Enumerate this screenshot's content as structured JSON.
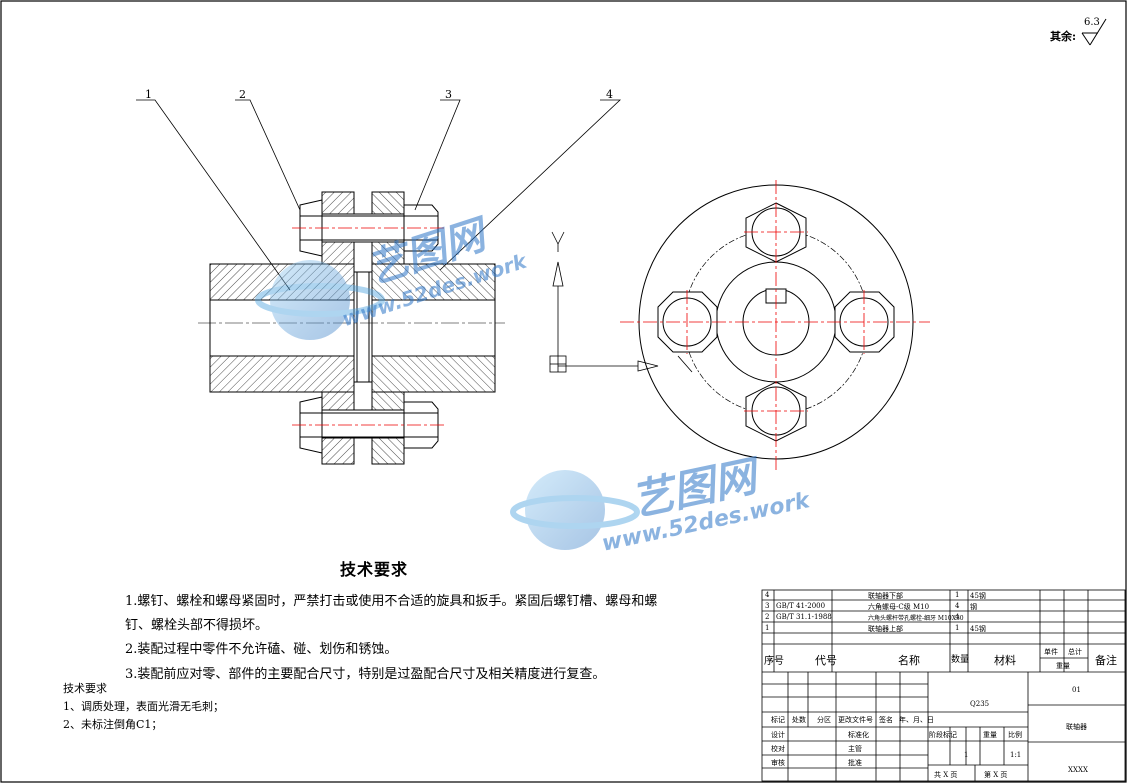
{
  "roughness": {
    "label": "其余:",
    "value": "6.3"
  },
  "balloons": [
    "1",
    "2",
    "3",
    "4"
  ],
  "view_axis": {
    "y": "Y"
  },
  "watermark": {
    "brand": "艺图网",
    "url": "www.52des.work"
  },
  "technical_requirements": {
    "title": "技术要求",
    "lines": [
      "1.螺钉、螺栓和螺母紧固时，严禁打击或使用不合适的旋具和扳手。紧固后螺钉槽、螺母和螺",
      "钉、螺栓头部不得损坏。",
      "2.装配过程中零件不允许磕、碰、划伤和锈蚀。",
      "3.装配前应对零、部件的主要配合尺寸，特别是过盈配合尺寸及相关精度进行复查。"
    ]
  },
  "notes": {
    "title": "技术要求",
    "lines": [
      "1、调质处理，表面光滑无毛刺；",
      "2、未标注倒角C1；"
    ]
  },
  "bom": {
    "rows": [
      {
        "no": "4",
        "code": "",
        "name": "联轴器下部",
        "qty": "1",
        "material": "45钢"
      },
      {
        "no": "3",
        "code": "GB/T 41-2000",
        "name": "六角螺母-C级 M10",
        "qty": "4",
        "material": "钢"
      },
      {
        "no": "2",
        "code": "GB/T 31.1-1988",
        "name": "六角头螺杆带孔螺栓-细牙 M10X30",
        "qty": "4",
        "material": ""
      },
      {
        "no": "1",
        "code": "",
        "name": "联轴器上部",
        "qty": "1",
        "material": "45钢"
      }
    ],
    "header": {
      "no": "序号",
      "code": "代号",
      "name": "名称",
      "qty": "数量",
      "material": "材料",
      "unit": "单件",
      "total": "总计",
      "weight": "重量",
      "remark": "备注"
    }
  },
  "title_block": {
    "material": "Q235",
    "drawing_no": "01",
    "part_name": "联轴器",
    "labels": {
      "mark": "标记",
      "count": "处数",
      "zone": "分区",
      "doc": "更改文件号",
      "sign": "签名",
      "date": "年、月、日",
      "design": "设计",
      "standard": "标准化",
      "check": "校对",
      "review": "审核",
      "chief": "主管",
      "approve": "批准",
      "stage": "阶段标记",
      "weight": "重量",
      "scale": "比例",
      "total_sheets": "共 X 页",
      "sheet_no": "第 X 页"
    },
    "stage_value": "1",
    "scale_value": "1:1",
    "company": "XXXX"
  }
}
